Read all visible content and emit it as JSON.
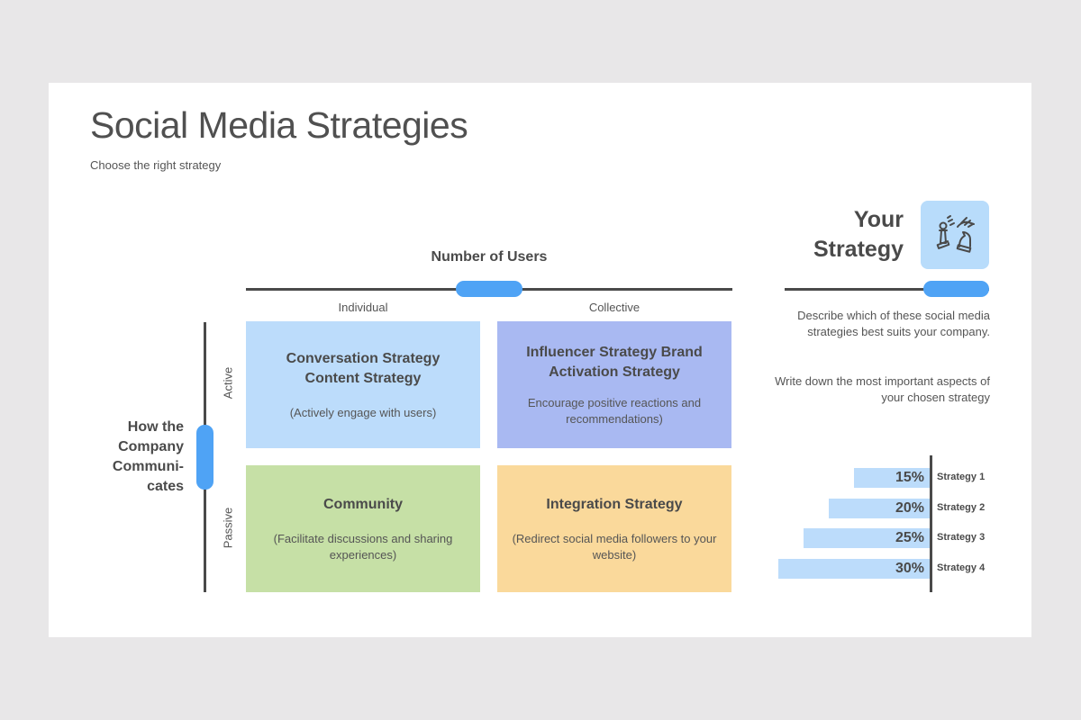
{
  "title": "Social Media Strategies",
  "subtitle": "Choose the right strategy",
  "x_axis": {
    "label": "Number of Users",
    "columns": [
      "Individual",
      "Collective"
    ]
  },
  "y_axis": {
    "label_lines": [
      "How the",
      "Company",
      "Communi-",
      "cates"
    ],
    "rows": [
      "Active",
      "Passive"
    ]
  },
  "quadrants": [
    {
      "title": "Conversation Strategy Content Strategy",
      "desc": "(Actively engage with users)",
      "color": "#bcdcfb"
    },
    {
      "title": "Influencer Strategy Brand Activation Strategy",
      "desc": "Encourage positive reactions and recommendations)",
      "color": "#a9b9f2"
    },
    {
      "title": "Community",
      "desc": "(Facilitate discussions and sharing experiences)",
      "color": "#c6e0a6"
    },
    {
      "title": "Integration Strategy",
      "desc": "(Redirect social media followers to your website)",
      "color": "#fad99b"
    }
  ],
  "your_strategy": {
    "heading_lines": [
      "Your",
      "Strategy"
    ],
    "icon": "chess-pieces-icon",
    "desc1": "Describe which of these social media strategies best suits your company.",
    "desc2": "Write down the most important aspects of your chosen strategy"
  },
  "chart_data": {
    "type": "bar",
    "orientation": "horizontal",
    "categories": [
      "Strategy 1",
      "Strategy 2",
      "Strategy 3",
      "Strategy 4"
    ],
    "values": [
      15,
      20,
      25,
      30
    ],
    "value_labels": [
      "15%",
      "20%",
      "25%",
      "30%"
    ],
    "unit": "%",
    "color": "#bcdcfb"
  },
  "colors": {
    "accent": "#4fa3f5",
    "line": "#4a4a4a"
  }
}
